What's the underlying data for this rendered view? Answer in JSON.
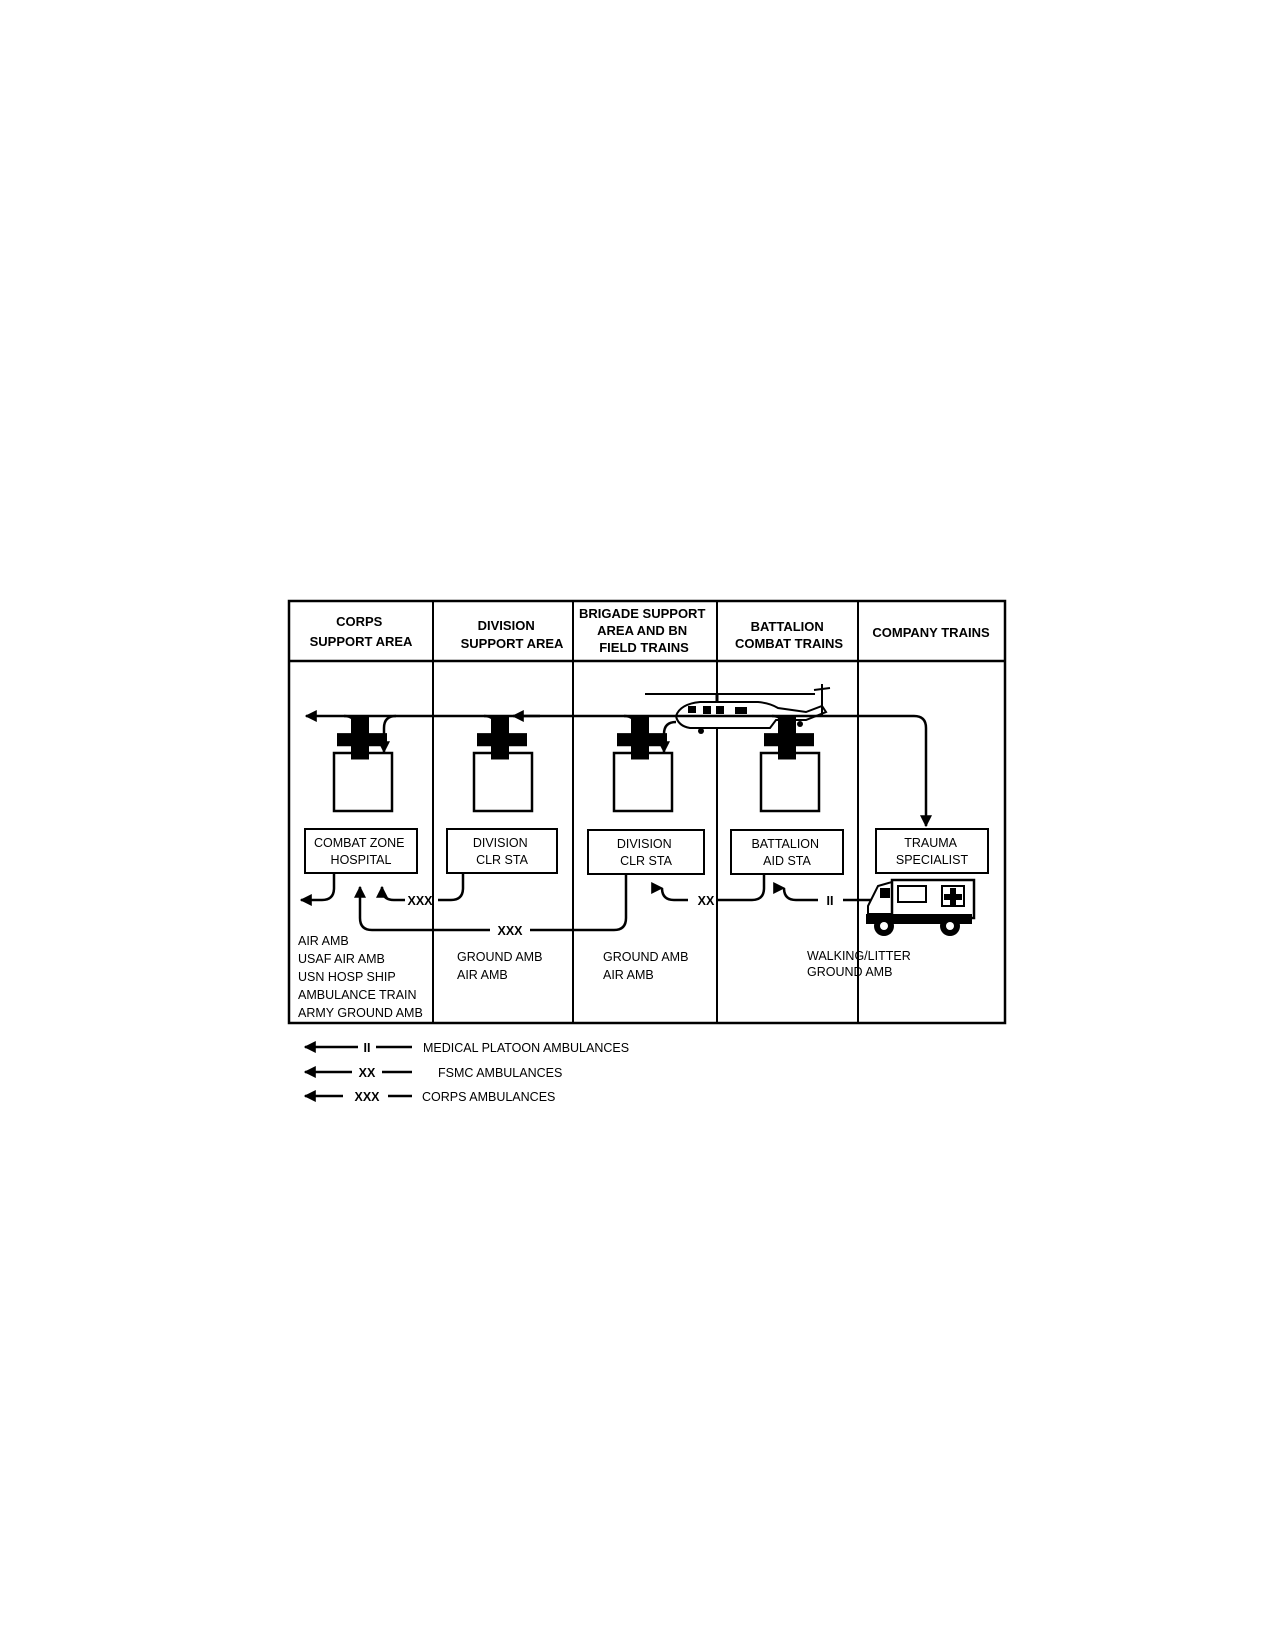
{
  "diagram": {
    "columns": [
      {
        "header": [
          "CORPS",
          "SUPPORT AREA"
        ]
      },
      {
        "header": [
          "DIVISION",
          "SUPPORT  AREA"
        ]
      },
      {
        "header": [
          "BRIGADE SUPPORT",
          "AREA AND BN",
          "FIELD TRAINS"
        ]
      },
      {
        "header": [
          "BATTALION",
          "COMBAT TRAINS"
        ]
      },
      {
        "header": [
          "COMPANY TRAINS"
        ]
      }
    ],
    "stations": [
      {
        "label": [
          "COMBAT ZONE",
          "HOSPITAL"
        ]
      },
      {
        "label": [
          "DIVISION",
          "CLR STA"
        ]
      },
      {
        "label": [
          "DIVISION",
          "CLR STA"
        ]
      },
      {
        "label": [
          "BATTALION",
          "AID STA"
        ]
      },
      {
        "label": [
          "TRAUMA",
          "SPECIALIST"
        ]
      }
    ],
    "route_markers": {
      "xxx_division": "XXX",
      "xxx_brigade": "XXX",
      "xx_battalion": "XX",
      "ii_company": "II"
    },
    "evac_means": {
      "corps": [
        "AIR AMB",
        "USAF AIR  AMB",
        "USN HOSP SHIP",
        "AMBULANCE TRAIN",
        "ARMY GROUND AMB"
      ],
      "division": [
        "GROUND AMB",
        "AIR AMB"
      ],
      "brigade": [
        "GROUND AMB",
        "AIR AMB"
      ],
      "battalion_company": [
        "WALKING/LITTER",
        "GROUND AMB"
      ]
    },
    "icons": {
      "cross": "red-cross-icon",
      "helicopter": "helicopter-icon",
      "ambulance": "ground-ambulance-icon"
    }
  },
  "legend": [
    {
      "marker": "II",
      "label": "MEDICAL PLATOON AMBULANCES"
    },
    {
      "marker": "XX",
      "label": "FSMC AMBULANCES"
    },
    {
      "marker": "XXX",
      "label": "CORPS AMBULANCES"
    }
  ]
}
